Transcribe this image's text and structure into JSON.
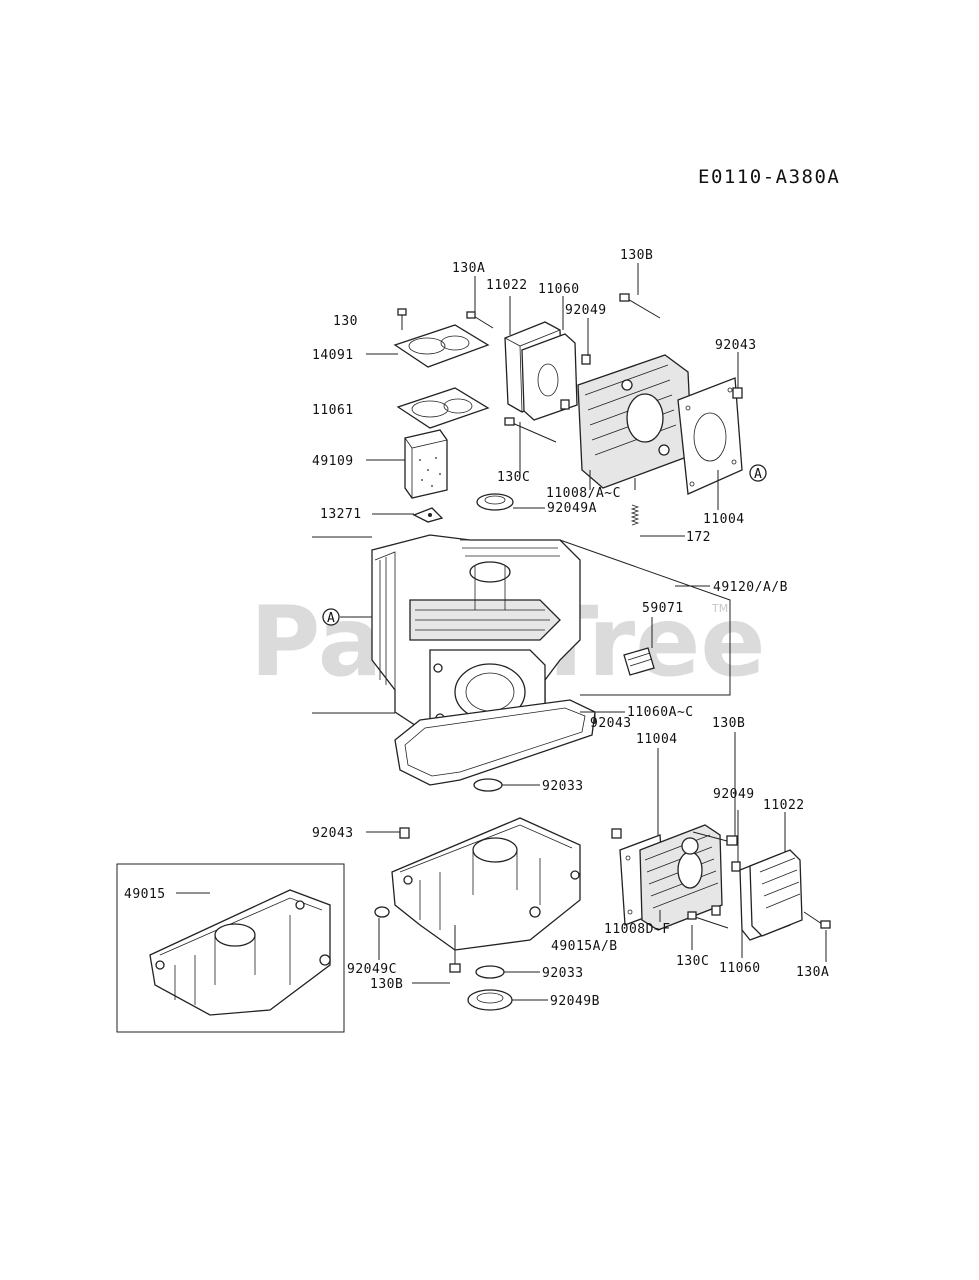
{
  "diagram_code": "E0110-A380A",
  "watermark": "PartsTree",
  "watermark_tm": "TM",
  "ref_marker": "A",
  "labels": {
    "l130": "130",
    "l130A_top": "130A",
    "l130B_top": "130B",
    "l11022_top": "11022",
    "l11060_top": "11060",
    "l92049_top": "92049",
    "l92043_top": "92043",
    "l14091": "14091",
    "l11061": "11061",
    "l49109": "49109",
    "l130C_top": "130C",
    "l11008AC": "11008/A~C",
    "l11004_top": "11004",
    "l13271": "13271",
    "l92049A": "92049A",
    "l172": "172",
    "l49120AB": "49120/A/B",
    "l59071": "59071",
    "l11060AC": "11060A~C",
    "l92043_mid": "92043",
    "l130B_mid": "130B",
    "l11004_mid": "11004",
    "l92033_a": "92033",
    "l92049_mid": "92049",
    "l11022_mid": "11022",
    "l92043_left": "92043",
    "l49015": "49015",
    "l92049C": "92049C",
    "l130B_bot": "130B",
    "l92033_b": "92033",
    "l92049B": "92049B",
    "l11008DF": "11008D~F",
    "l49015AB": "49015A/B",
    "l130C_bot": "130C",
    "l11060_bot": "11060",
    "l130A_bot": "130A"
  }
}
